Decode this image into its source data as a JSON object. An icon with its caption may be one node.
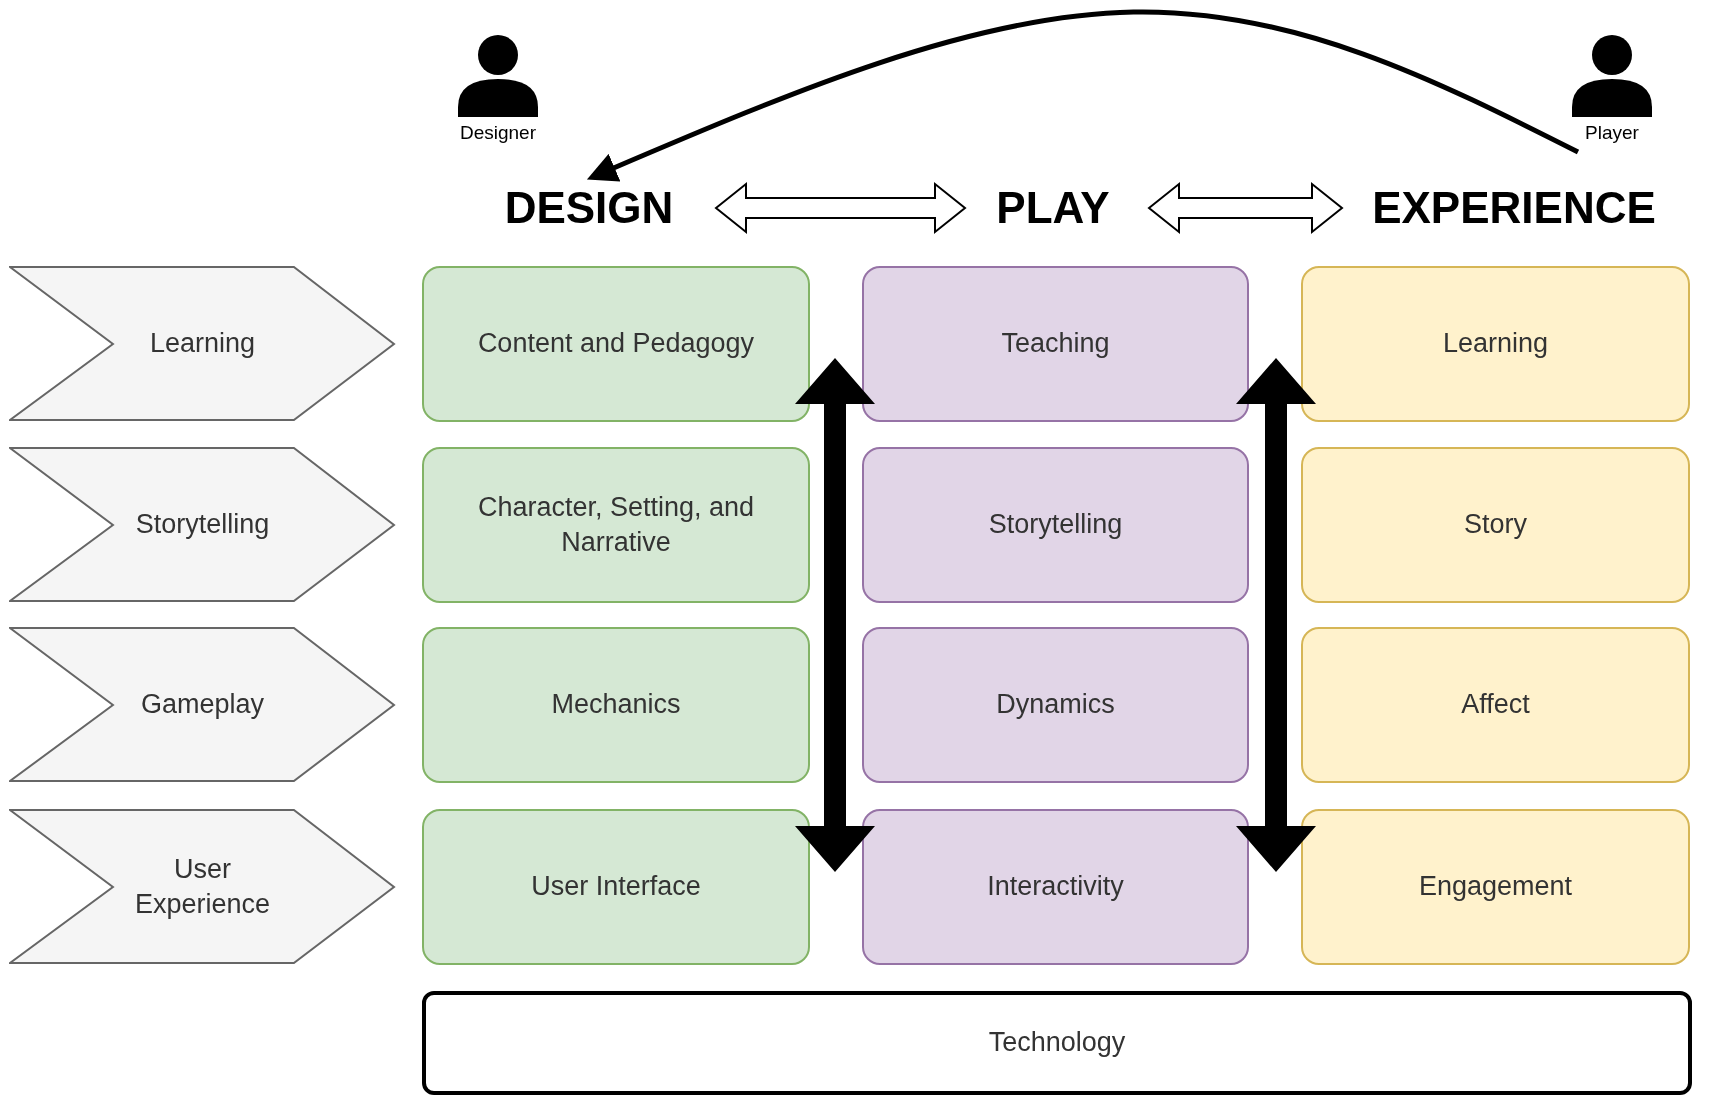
{
  "diagram": {
    "nodes": [
      {
        "text": [
          "Designer"
        ]
      },
      {
        "text": [
          "Player"
        ]
      },
      {
        "text": [
          "DESIGN"
        ]
      },
      {
        "text": [
          "PLAY"
        ]
      },
      {
        "text": [
          "EXPERIENCE"
        ]
      },
      {
        "text": [
          "Learning"
        ]
      },
      {
        "text": [
          "Content and Pedagogy"
        ]
      },
      {
        "text": [
          "Teaching"
        ]
      },
      {
        "text": [
          "Learning"
        ]
      },
      {
        "text": [
          "Storytelling"
        ]
      },
      {
        "text": [
          "Character, Setting, and Narrative"
        ]
      },
      {
        "text": [
          "Storytelling"
        ]
      },
      {
        "text": [
          "Story"
        ]
      },
      {
        "text": [
          "Gameplay"
        ]
      },
      {
        "text": [
          "Mechanics"
        ]
      },
      {
        "text": [
          "Dynamics"
        ]
      },
      {
        "text": [
          "Affect"
        ]
      },
      {
        "text": [
          "User Experience"
        ]
      },
      {
        "text": [
          "User Interface"
        ]
      },
      {
        "text": [
          "Interactivity"
        ]
      },
      {
        "text": [
          "Engagement"
        ]
      },
      {
        "text": [
          "Technology"
        ]
      }
    ],
    "edges": [
      {
        "from": 1,
        "to": 2,
        "arrow": "to"
      },
      {
        "from": 2,
        "to": 3,
        "arrow": "both"
      },
      {
        "from": 3,
        "to": 4,
        "arrow": "both"
      }
    ]
  }
}
